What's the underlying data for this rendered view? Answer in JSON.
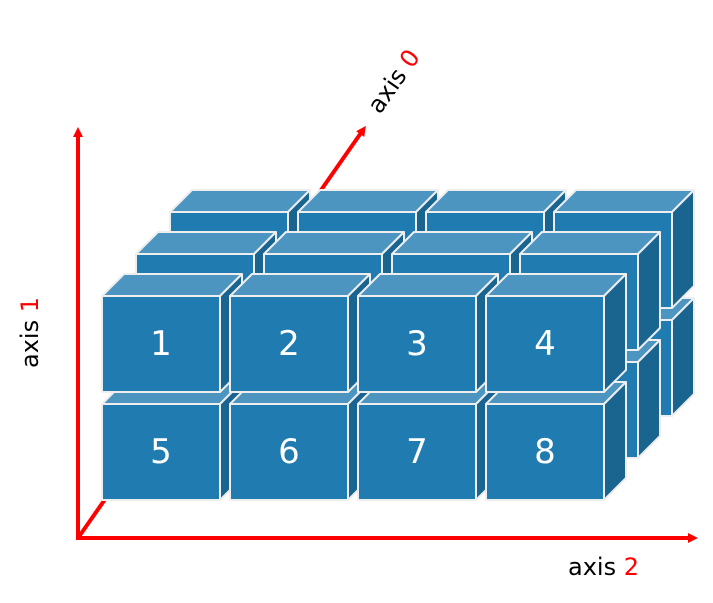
{
  "axes": [
    {
      "word": "axis",
      "index": "0"
    },
    {
      "word": "axis",
      "index": "1"
    },
    {
      "word": "axis",
      "index": "2"
    }
  ],
  "cube_labels": [
    [
      "1",
      "2",
      "3",
      "4"
    ],
    [
      "5",
      "6",
      "7",
      "8"
    ]
  ],
  "colors": {
    "front": "#1f7bb0",
    "top": "#4b95c0",
    "side": "#1a6590",
    "edge": "#eeeeee",
    "axis": "#ff0000"
  },
  "grid": {
    "depth": 3,
    "rows": 2,
    "cols": 4
  }
}
